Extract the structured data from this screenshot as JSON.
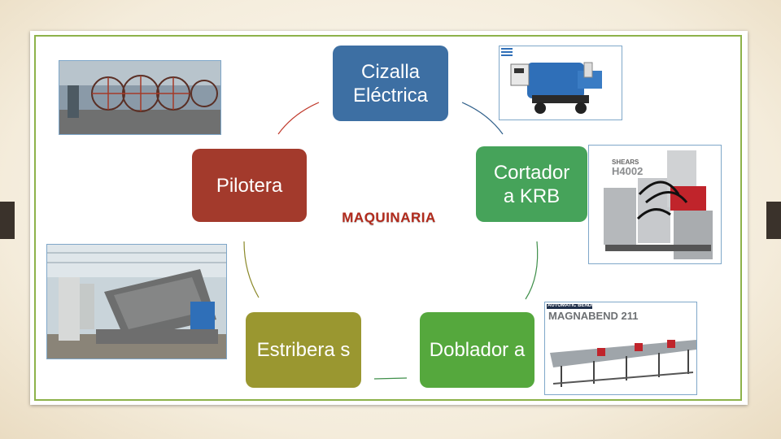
{
  "diagram": {
    "center_title": "MAQUINARIA",
    "nodes": {
      "top": "Cizalla Eléctrica",
      "left": "Pilotera",
      "right": "Cortador a KRB",
      "bottom_left": "Estribera s",
      "bottom_right": "Doblador a"
    }
  },
  "photos": {
    "cortador_brand": "SHEARS",
    "cortador_model": "H4002",
    "doblador_brand": "AUTOMATIC BENDERS",
    "doblador_model": "MAGNABEND 211"
  },
  "colors": {
    "cizalla": "#3d6fa3",
    "pilotera": "#a33a2c",
    "cortador": "#46a35a",
    "estribera": "#9a9730",
    "doblador": "#55a83d",
    "title": "#b22a1c",
    "frame": "#8db24a"
  }
}
